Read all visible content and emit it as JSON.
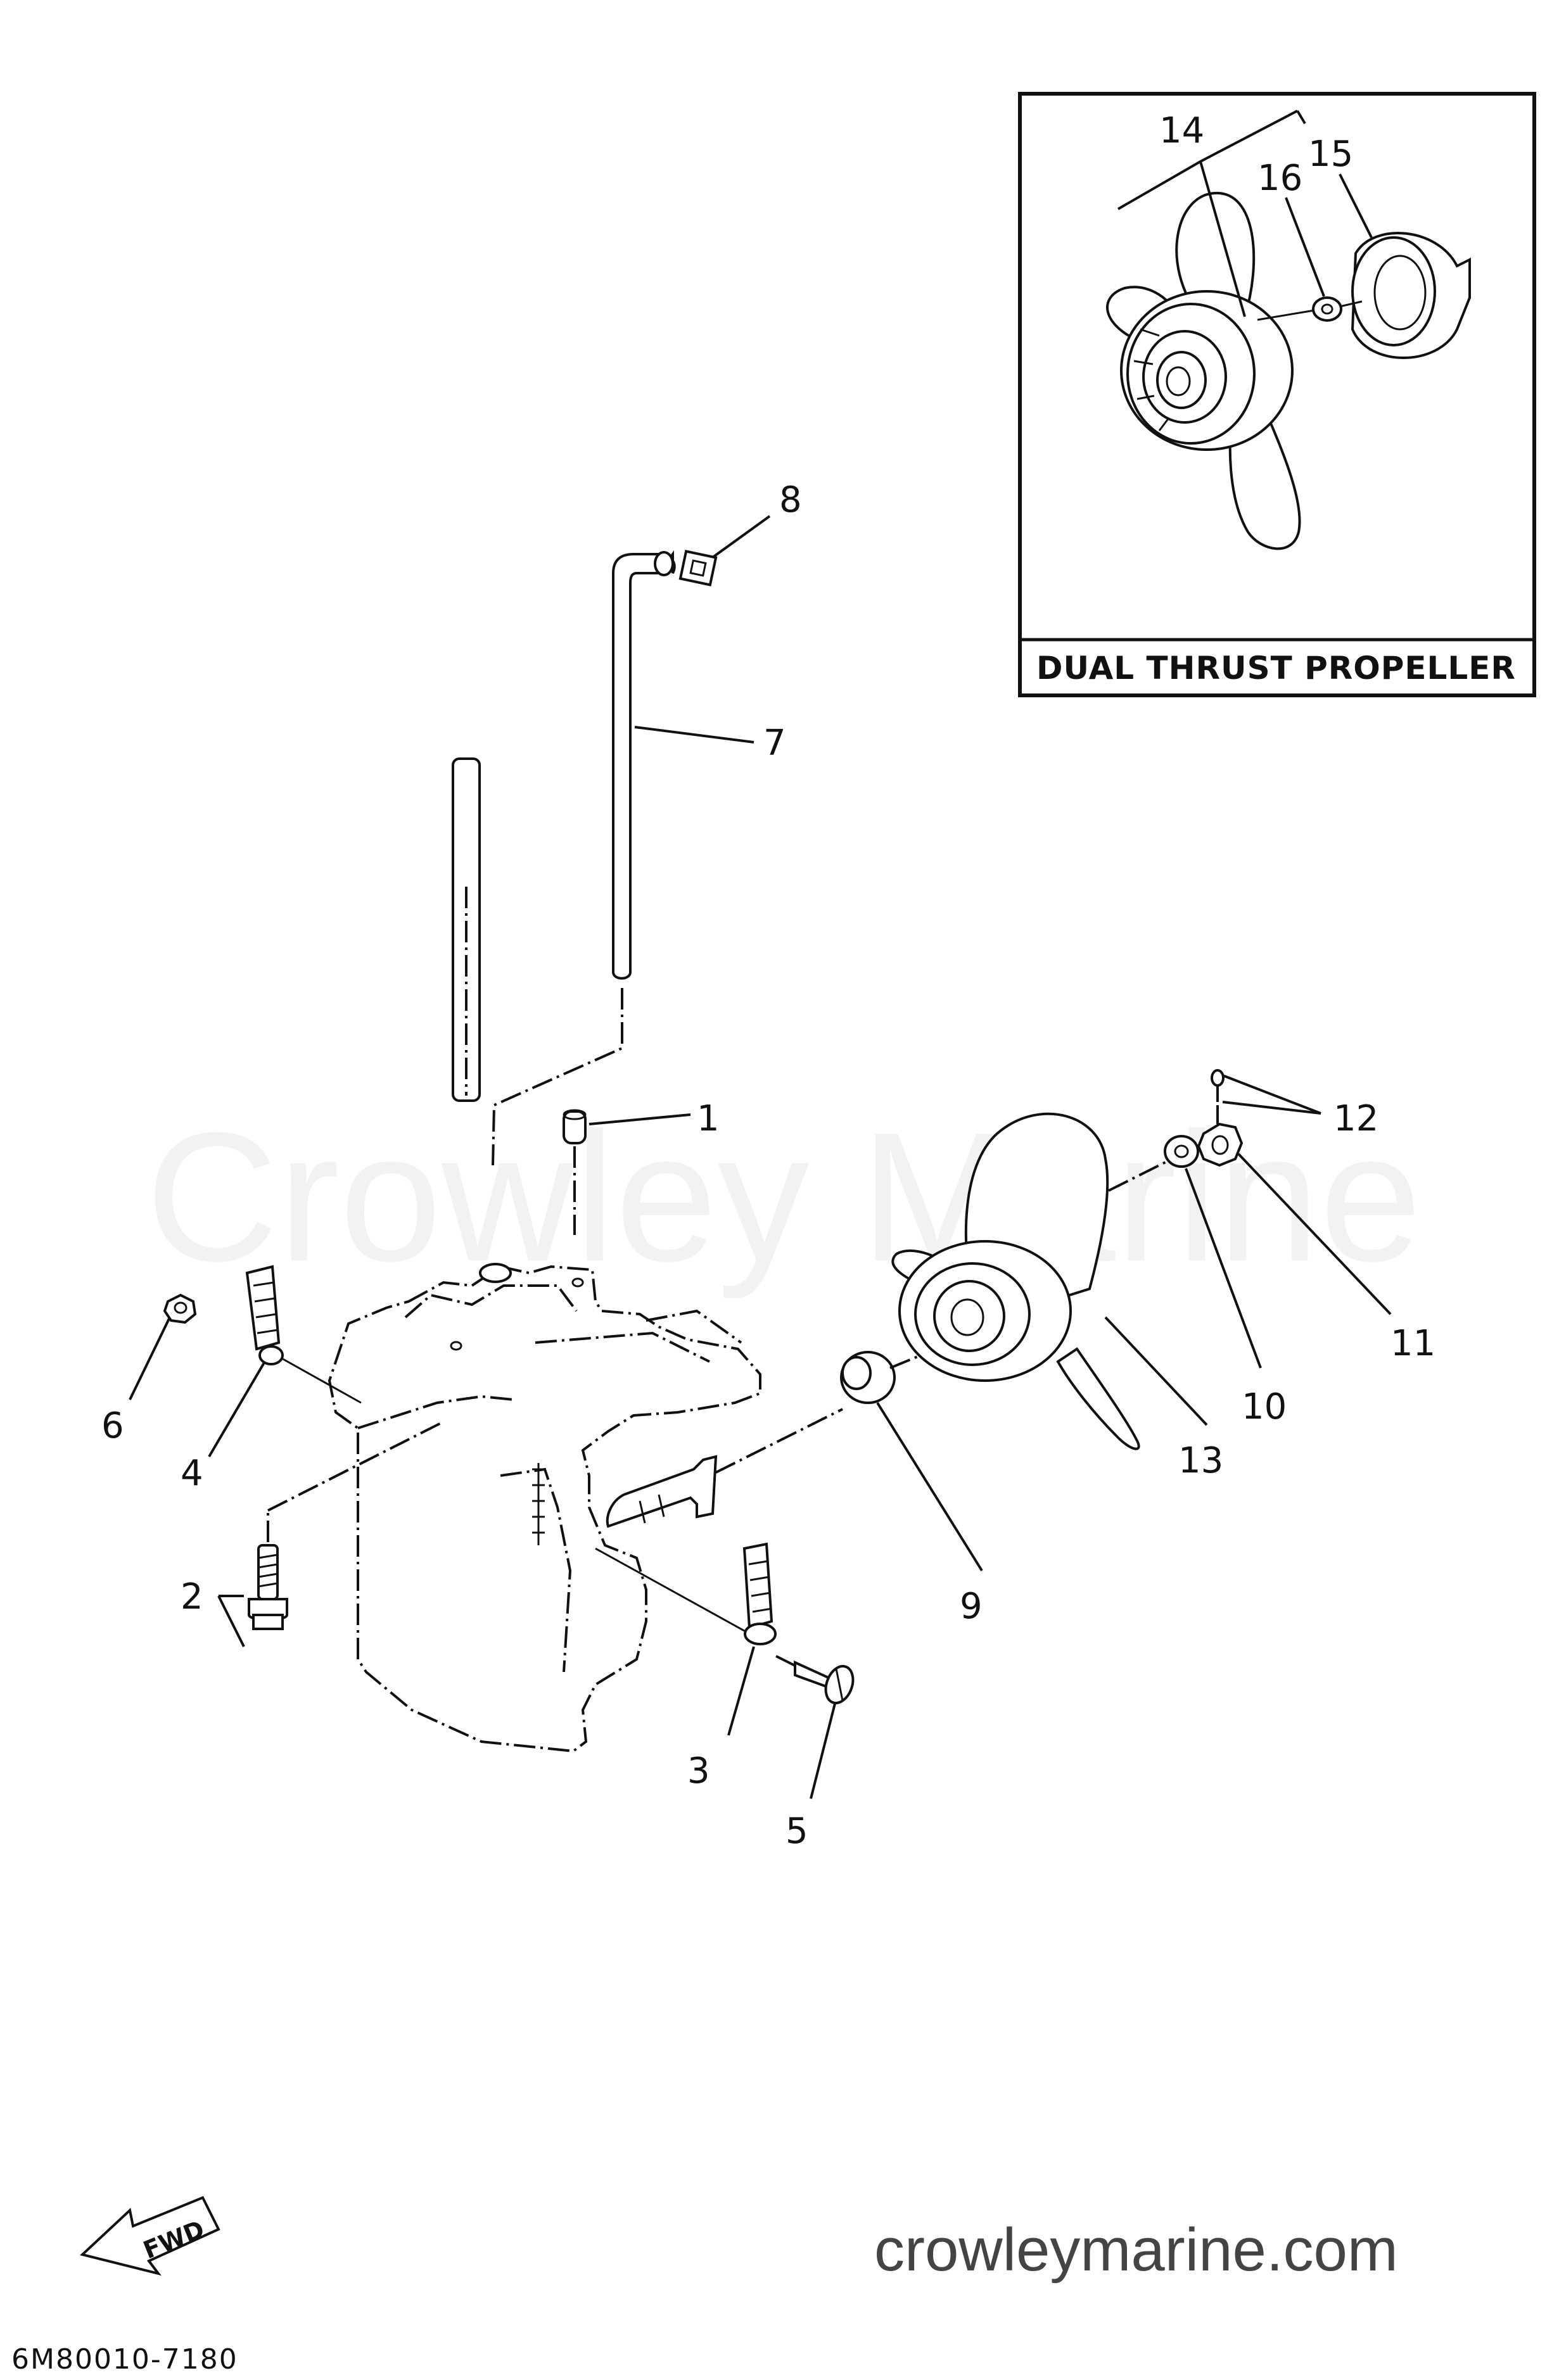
{
  "inset": {
    "title": "DUAL THRUST PROPELLER"
  },
  "callouts": {
    "c1": "1",
    "c2": "2",
    "c3": "3",
    "c4": "4",
    "c5": "5",
    "c6": "6",
    "c7": "7",
    "c8": "8",
    "c9": "9",
    "c10": "10",
    "c11": "11",
    "c12": "12",
    "c13": "13",
    "c14": "14",
    "c15": "15",
    "c16": "16"
  },
  "fwd_arrow": {
    "label": "FWD"
  },
  "diagram_code": "6M80010-7180",
  "watermark": "Crowley Marine",
  "website": "crowleymarine.com"
}
